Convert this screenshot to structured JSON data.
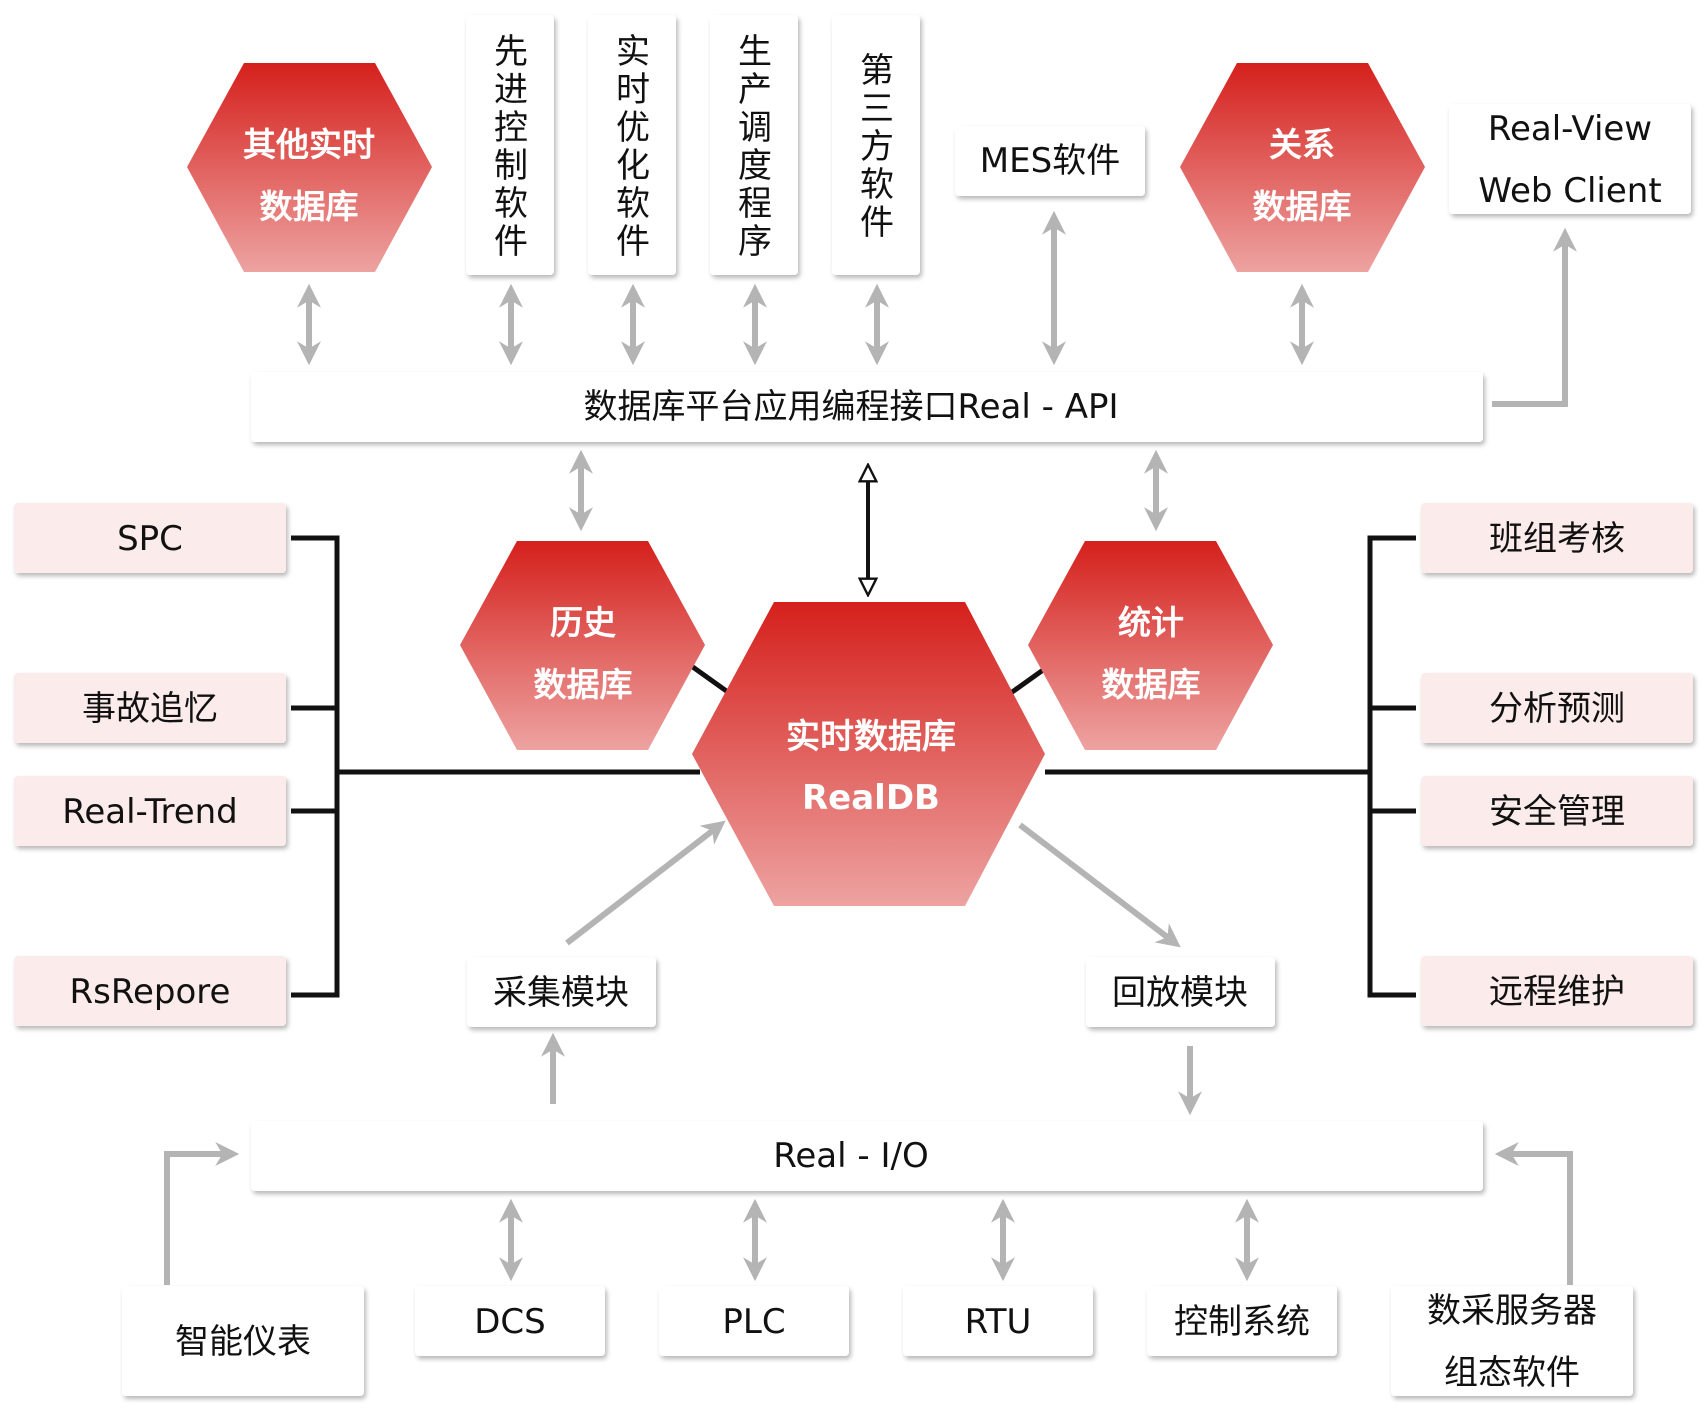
{
  "colors": {
    "hex_top": "#d5201c",
    "hex_bottom": "#eda3a1",
    "side_box_fill": "#fbeceb",
    "white_box_fill": "#ffffff",
    "gray_arrow": "#b4b4b4",
    "black_line": "#111111"
  },
  "hexagons": {
    "other_rtdb": [
      "其他实时",
      "数据库"
    ],
    "relational_db": [
      "关系",
      "数据库"
    ],
    "history_db": [
      "历史",
      "数据库"
    ],
    "stats_db": [
      "统计",
      "数据库"
    ],
    "realtime_db": [
      "实时数据库",
      "RealDB"
    ]
  },
  "top_software": {
    "advanced_control": "先进控制软件",
    "rt_optimization": "实时优化软件",
    "production_scheduling": "生产调度程序",
    "third_party": "第三方软件",
    "mes": "MES软件",
    "realview": [
      "Real-View",
      "Web Client"
    ]
  },
  "api_bar": "数据库平台应用编程接口Real - API",
  "left_modules": [
    "SPC",
    "事故追忆",
    "Real-Trend",
    "RsRepore"
  ],
  "right_modules": [
    "班组考核",
    "分析预测",
    "安全管理",
    "远程维护"
  ],
  "middle_modules": {
    "collect": "采集模块",
    "playback": "回放模块"
  },
  "io_bar": "Real - I/O",
  "bottom_sources": {
    "smart_meter": "智能仪表",
    "dcs": "DCS",
    "plc": "PLC",
    "rtu": "RTU",
    "control_system": "控制系统",
    "acq_server": [
      "数采服务器",
      "组态软件"
    ]
  }
}
